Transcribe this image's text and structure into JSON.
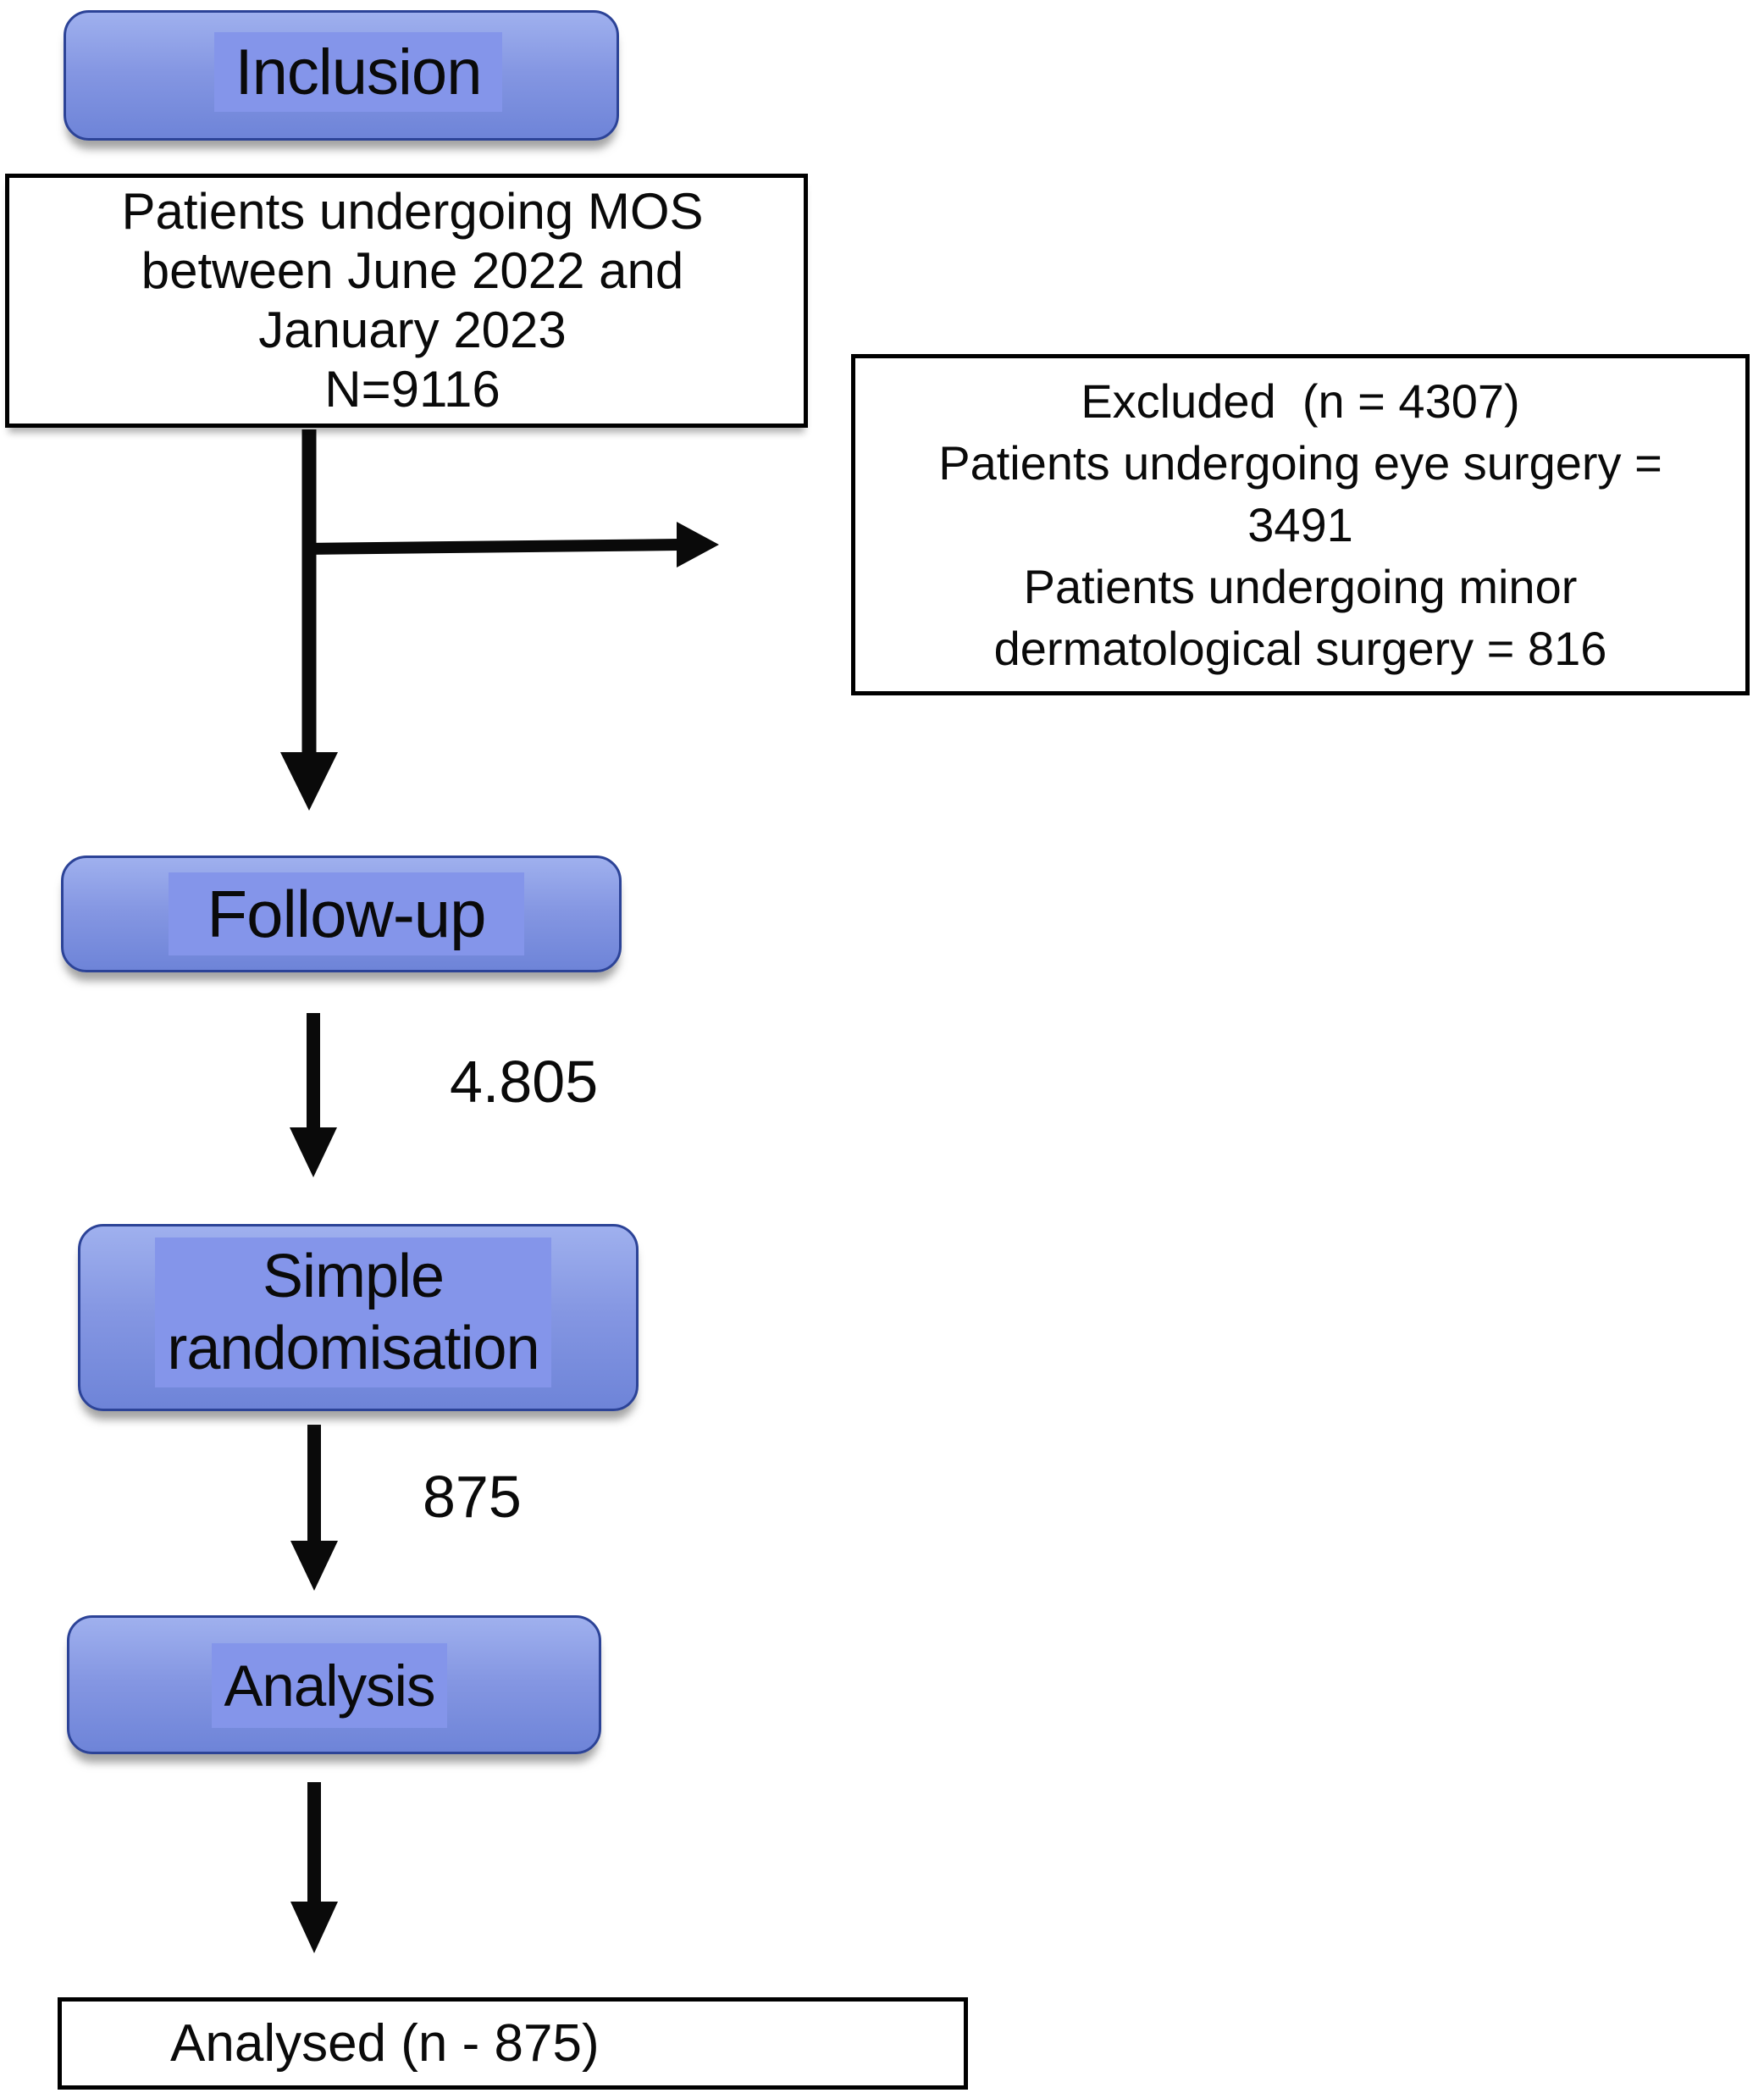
{
  "figure": {
    "type": "study-flow-diagram",
    "stages": {
      "inclusion": {
        "label": "Inclusion"
      },
      "followup": {
        "label": "Follow-up"
      },
      "randomisation": {
        "line1": "Simple",
        "line2": "randomisation"
      },
      "analysis": {
        "label": "Analysis"
      }
    },
    "boxes": {
      "patients": {
        "lines": [
          "Patients undergoing MOS",
          "between June 2022 and",
          "January 2023",
          "N=9116"
        ]
      },
      "excluded": {
        "lines": [
          "Excluded  (n = 4307)",
          "Patients undergoing eye surgery =",
          "3491",
          "Patients undergoing minor",
          "dermatological surgery = 816"
        ]
      },
      "analysed": {
        "label": "Analysed (n - 875)"
      }
    },
    "arrow_labels": {
      "followup_to_randomisation": "4.805",
      "randomisation_to_analysis": "875"
    },
    "colors": {
      "button_top": "#9fb0ee",
      "button_mid": "#8496e2",
      "button_bottom": "#6e84d8",
      "button_border": "#2c4397",
      "button_highlight": "#8495ea",
      "box_background": "#ffffff",
      "box_border": "#000000",
      "arrow": "#0a0a0a",
      "text": "#0a0a0a",
      "background": "#ffffff"
    }
  }
}
